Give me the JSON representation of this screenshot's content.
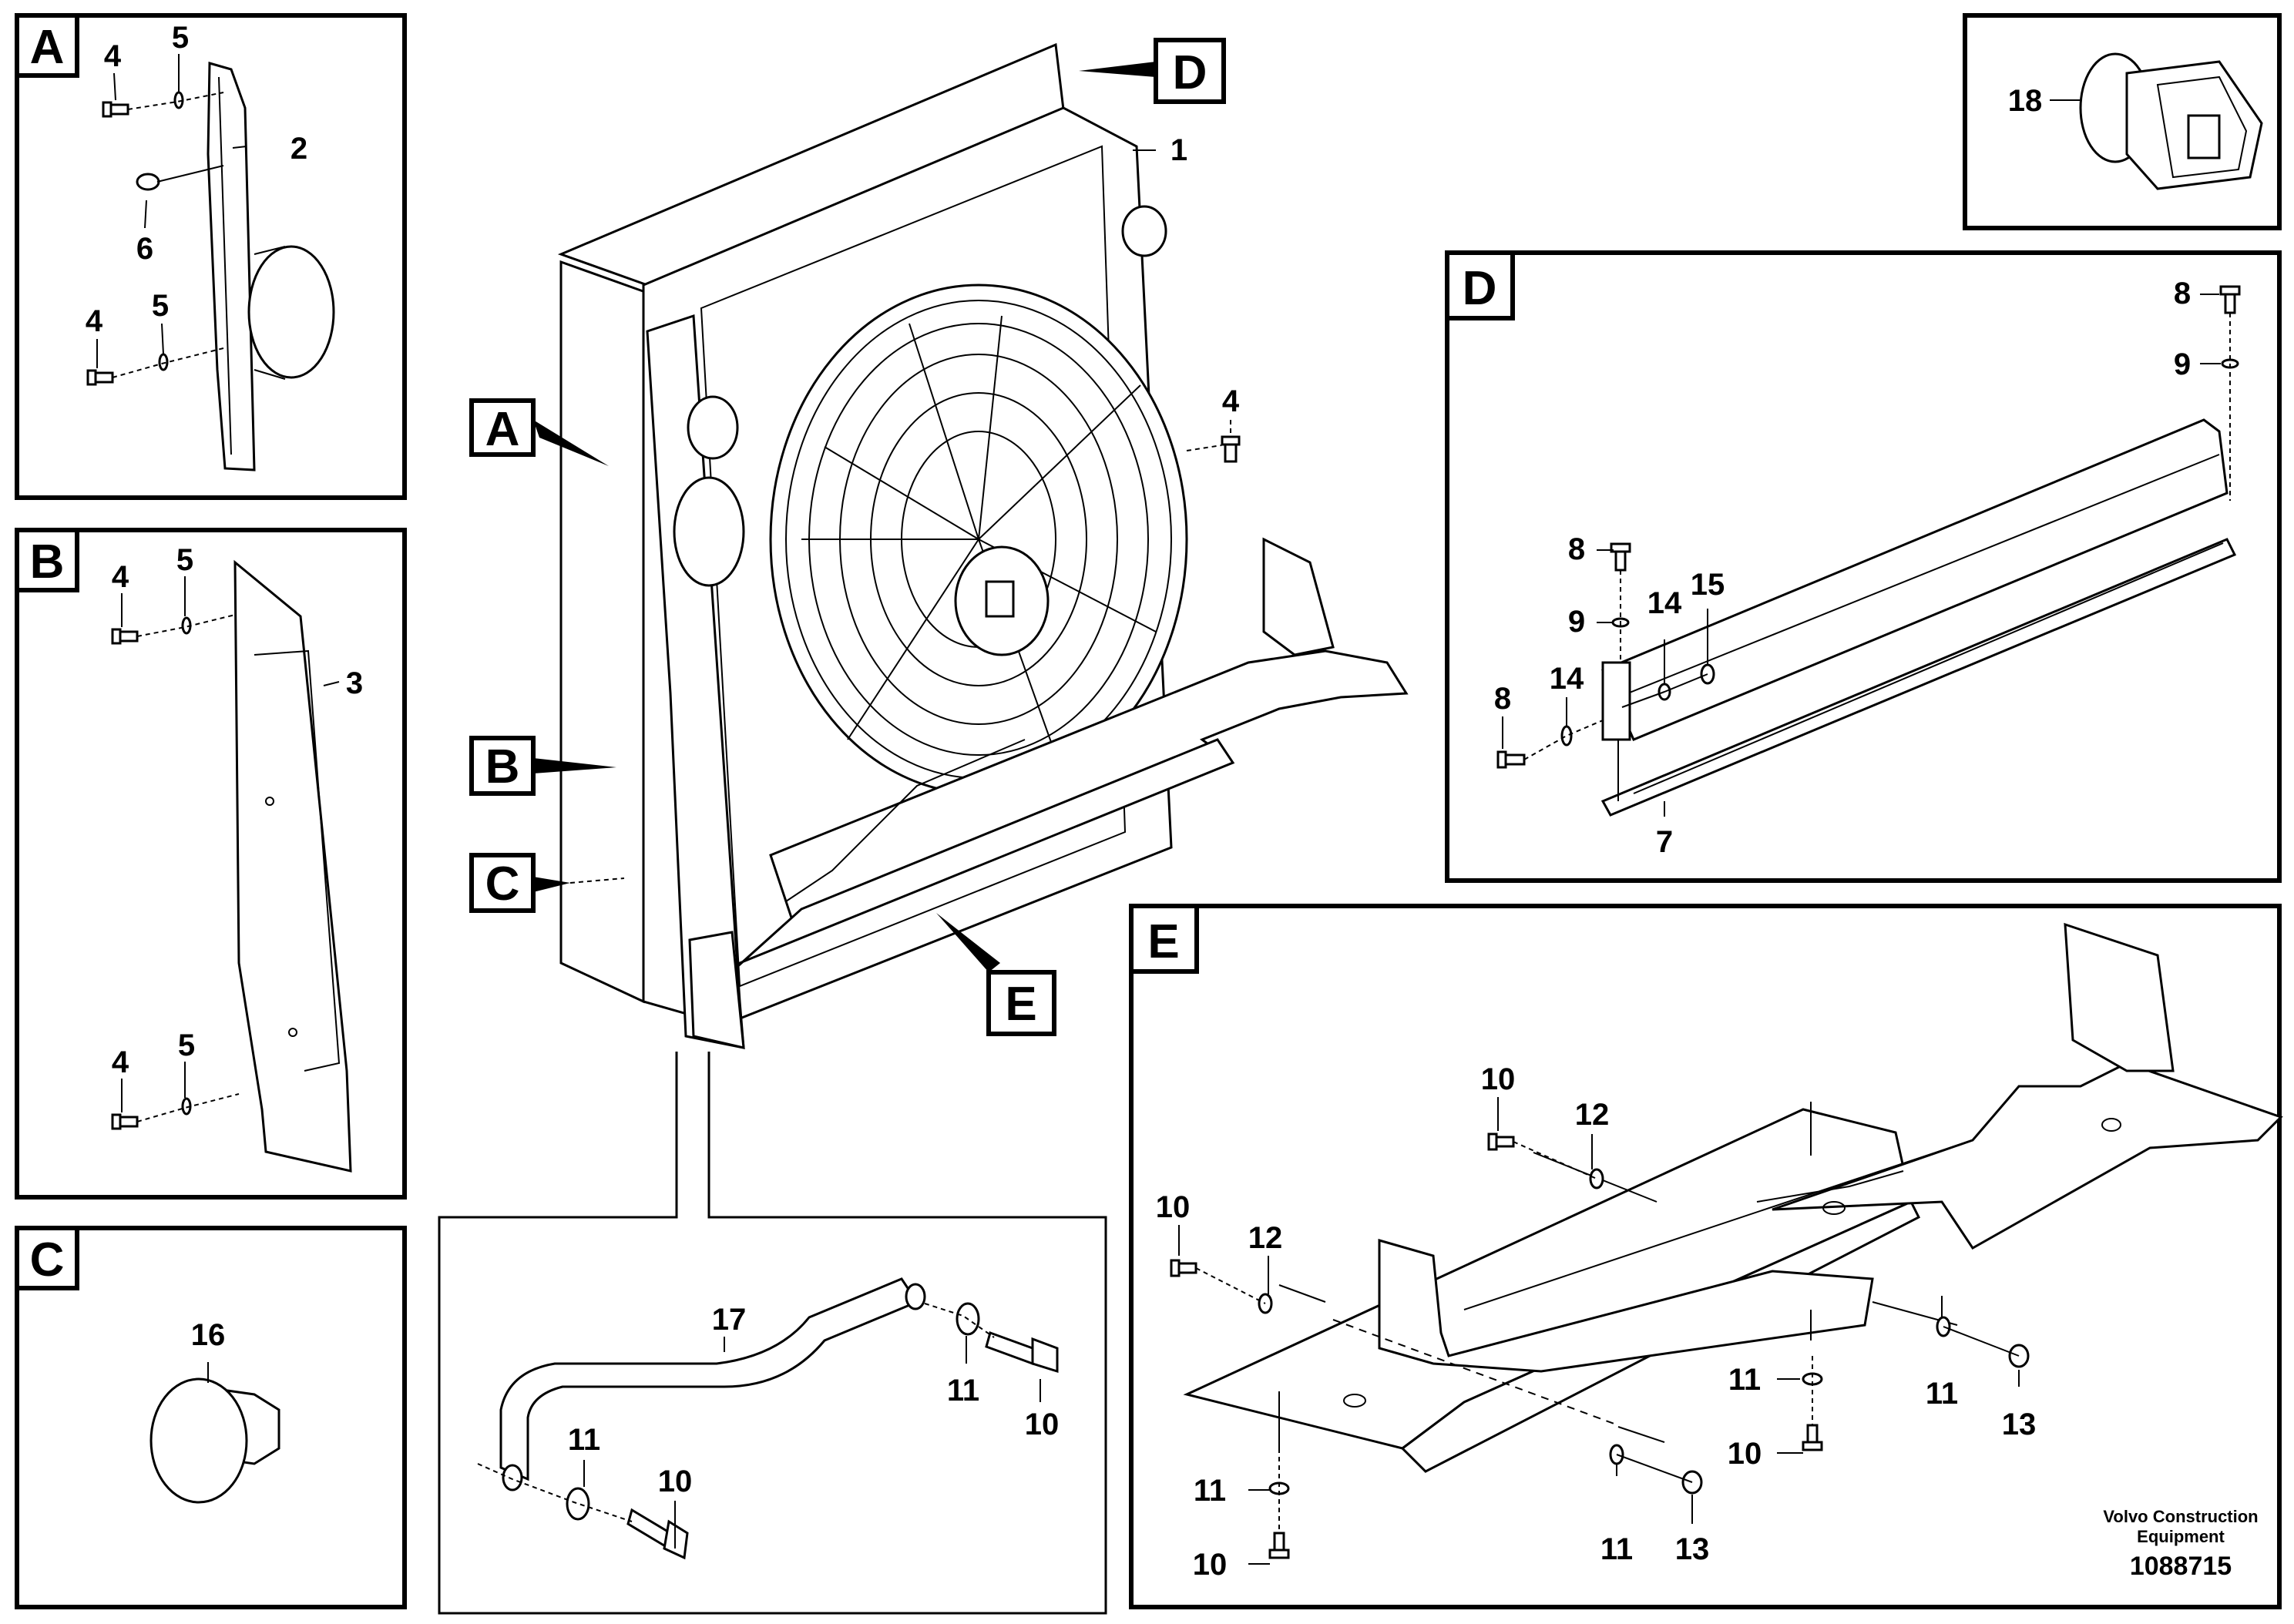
{
  "panels": {
    "A": {
      "letter": "A",
      "labels": {
        "p4a": "4",
        "p5a": "5",
        "p2": "2",
        "p6": "6",
        "p4b": "4",
        "p5b": "5"
      }
    },
    "B": {
      "letter": "B",
      "labels": {
        "p4a": "4",
        "p5a": "5",
        "p3": "3",
        "p4b": "4",
        "p5b": "5"
      }
    },
    "C": {
      "letter": "C",
      "labels": {
        "p16": "16"
      }
    },
    "D": {
      "letter": "D",
      "labels": {
        "p8a": "8",
        "p9a": "9",
        "p8b": "8",
        "p9b": "9",
        "p14a": "14",
        "p15": "15",
        "p8c": "8",
        "p14b": "14",
        "p7": "7"
      }
    },
    "E": {
      "letter": "E",
      "labels": {
        "p10a": "10",
        "p12a": "12",
        "p10b": "10",
        "p12b": "12",
        "p11a": "11",
        "p11b": "11",
        "p13a": "13",
        "p10c": "10",
        "p11c": "11",
        "p11d": "11",
        "p13b": "13",
        "p10d": "10"
      }
    },
    "detail17": {
      "labels": {
        "p17": "17",
        "p11a": "11",
        "p10a": "10",
        "p11b": "11",
        "p10b": "10"
      }
    },
    "panel18": {
      "labels": {
        "p18": "18"
      }
    }
  },
  "main": {
    "callouts": {
      "A": "A",
      "B": "B",
      "C": "C",
      "D": "D",
      "E": "E"
    },
    "labels": {
      "p1": "1",
      "p4": "4"
    }
  },
  "footer": {
    "company_line1": "Volvo Construction",
    "company_line2": "Equipment",
    "drawing_number": "1088715"
  },
  "icons": [
    "radiator-assembly",
    "cooling-fan",
    "bracket",
    "bolt",
    "washer",
    "plug",
    "connector"
  ]
}
